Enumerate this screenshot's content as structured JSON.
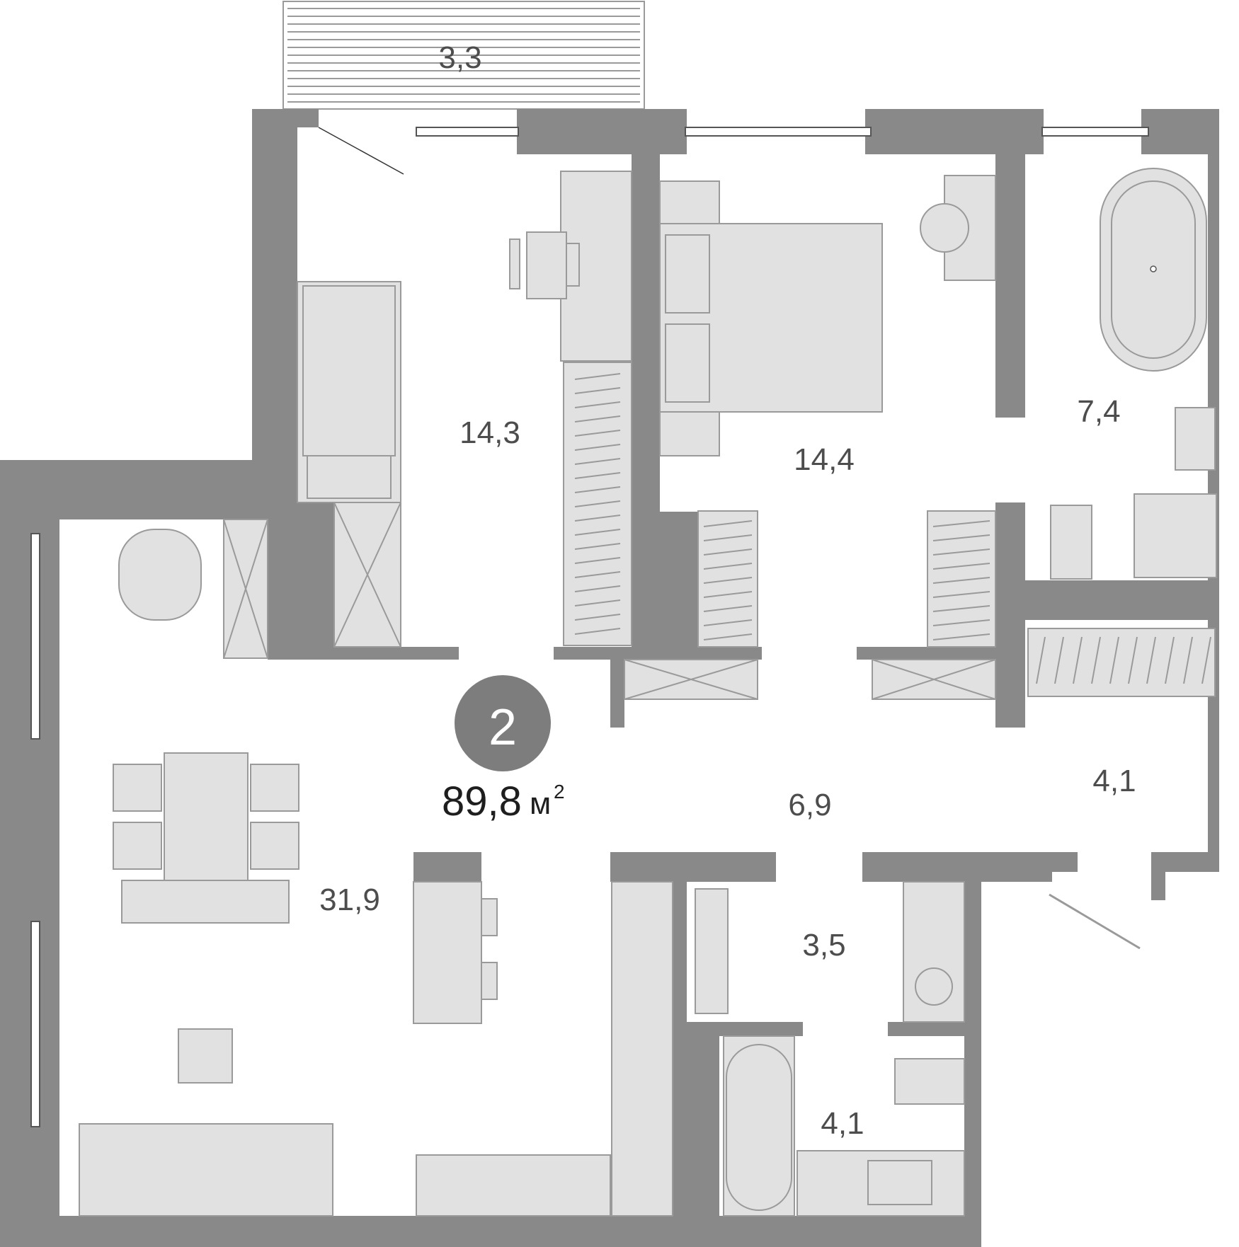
{
  "plan": {
    "rooms_count": "2",
    "total_area": "89,8",
    "unit": "м",
    "unit_power": "2"
  },
  "rooms": {
    "balcony": "3,3",
    "bedroom_small": "14,3",
    "bedroom_main": "14,4",
    "bathroom_main": "7,4",
    "living_kitchen": "31,9",
    "hall": "6,9",
    "entrance": "4,1",
    "laundry_corridor": "3,5",
    "bathroom_small": "4,1"
  },
  "colors": {
    "wall": "#898989",
    "furniture": "#e1e1e1",
    "badge": "#7d7d7d"
  }
}
